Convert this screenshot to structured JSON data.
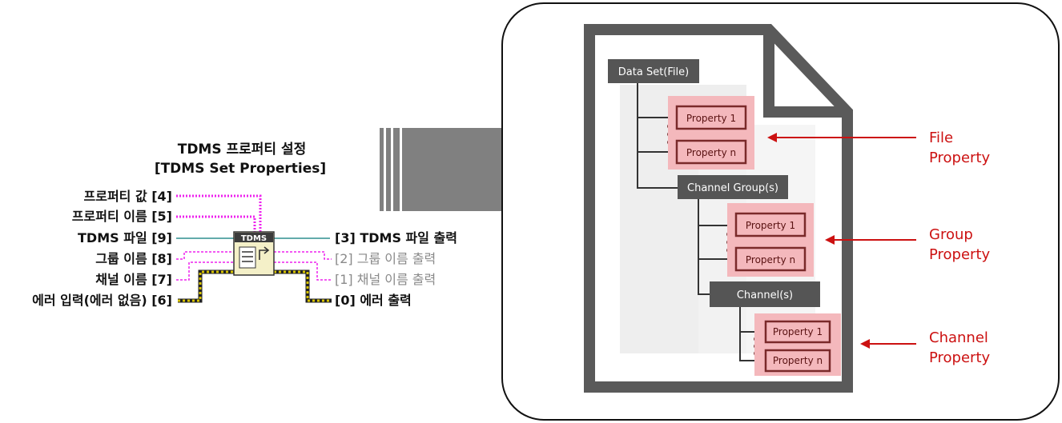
{
  "left": {
    "title_ko": "TDMS 프로퍼티 설정",
    "title_en": "[TDMS Set Properties]",
    "icon_label": "TDMS",
    "inputs": [
      {
        "text": "프로퍼티 값 [4]"
      },
      {
        "text": "프로퍼티 이름 [5]"
      },
      {
        "text": "TDMS 파일 [9]"
      },
      {
        "text": "그룹 이름 [8]"
      },
      {
        "text": "채널 이름 [7]"
      },
      {
        "text": "에러 입력(에러 없음) [6]"
      }
    ],
    "outputs": [
      {
        "text": "[3] TDMS 파일 출력"
      },
      {
        "text": "[2] 그룹 이름 출력"
      },
      {
        "text": "[1] 채널 이름 출력"
      },
      {
        "text": "[0] 에러 출력"
      }
    ]
  },
  "right": {
    "root": "Data Set(File)",
    "group": "Channel Group(s)",
    "channel": "Channel(s)",
    "file_props": [
      "Property 1",
      "Property n"
    ],
    "group_props": [
      "Property 1",
      "Property n"
    ],
    "channel_props": [
      "Property 1",
      "Property n"
    ],
    "side_labels": {
      "file": [
        "File",
        "Property"
      ],
      "group": [
        "Group",
        "Property"
      ],
      "channel": [
        "Channel",
        "Property"
      ]
    }
  },
  "colors": {
    "pink_wire": "#ee22ee",
    "teal_wire": "#2f8f8f",
    "error_wire": "#d8c400",
    "dark_box": "#555555",
    "property_bg": "#f4b8bc",
    "property_border": "#8a2a2a",
    "label_red": "#cc1111",
    "arrow_grey": "#808080"
  }
}
